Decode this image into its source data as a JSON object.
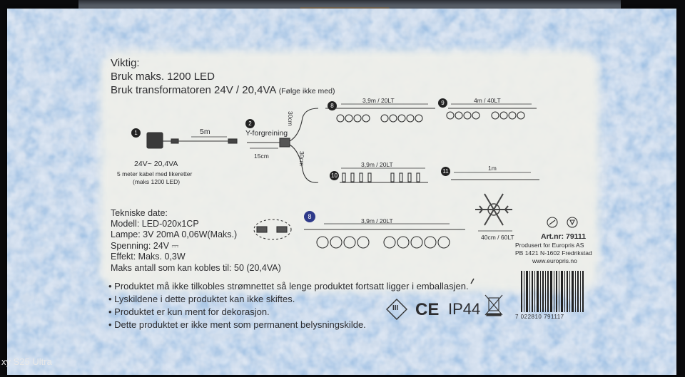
{
  "watermark": "xy S25 Ultra",
  "header": {
    "title": "Viktig:",
    "line1": "Bruk maks. 1200 LED",
    "line2": "Bruk transformatoren 24V / 20,4VA",
    "line2_note": "(Følge ikke med)"
  },
  "diagram": {
    "n1": "1",
    "n2": "2",
    "n8a": "8",
    "n9": "9",
    "n10": "10",
    "n11": "11",
    "n8b": "8",
    "transformer_rating": "24V~ 20,4VA",
    "cable_note_1": "5 meter kabel med likeretter",
    "cable_note_2": "(maks 1200 LED)",
    "cable_length": "5m",
    "splitter_label": "Y-forgreining",
    "splitter_length": "15cm",
    "branch_top": "30cm",
    "branch_bottom": "30cm",
    "string8_top": "3,9m / 20LT",
    "string9": "4m / 40LT",
    "string10": "3,9m / 20LT",
    "string11": "1m",
    "snowflake": "40cm / 60LT",
    "string8_bottom": "3,9m / 20LT"
  },
  "specs": {
    "title": "Tekniske date:",
    "model": "Modell: LED-020x1CP",
    "lamp": "Lampe: 3V 20mA 0,06W(Maks.)",
    "voltage": "Spenning: 24V ⎓",
    "power": "Effekt: Maks. 0,3W",
    "max_connect": "Maks antall som kan kobles til:  50 (20,4VA)"
  },
  "manufacturer": {
    "article": "Art.nr: 79111",
    "producer": "Produsert for Europris AS",
    "address": "PB 1421 N-1602 Fredrikstad",
    "web": "www.europris.no"
  },
  "bullets": [
    "• Produktet må ikke tilkobles strømnettet så lenge produktet fortsatt ligger i emballasjen.",
    "• Lyskildene i dette produktet kan ikke skiftes.",
    "• Produktet er kun ment for dekorasjon.",
    "• Dette produktet er ikke ment som permanent belysningskilde."
  ],
  "marks": {
    "class3": "III",
    "ce": "CE",
    "ip": "IP44",
    "icons": [
      "class-iii-icon",
      "ce-mark-icon",
      "weee-bin-icon",
      "recycle-icon",
      "tidyman-icon",
      "snowflake-icon"
    ]
  },
  "barcode_number": "7 022810 791117",
  "colors": {
    "frost_blue": "#4f7fc0",
    "frost_light": "#c9daef",
    "panel": "#f0f0ea",
    "ink": "#2d2d30"
  }
}
